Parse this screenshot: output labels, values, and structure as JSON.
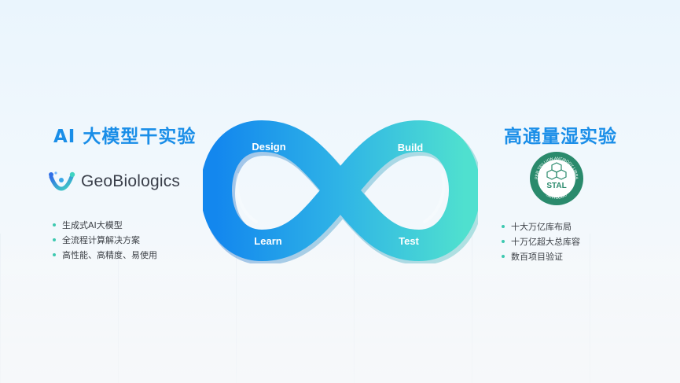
{
  "left_panel": {
    "title": "AI 大模型干实验",
    "logo_text": "GeoBiologics",
    "bullets": [
      "生成式AI大模型",
      "全流程计算解决方案",
      "高性能、高精度、易使用"
    ]
  },
  "right_panel": {
    "title": "高通量湿实验",
    "stal_logo": {
      "center_text": "STAL",
      "ring_top_text": "SUPER TRILLION ANTIBODY LIBRARY",
      "ring_bottom_text": "SANYOUBIO"
    },
    "bullets": [
      "十大万亿库布局",
      "十万亿超大总库容",
      "数百项目验证"
    ]
  },
  "cycle": {
    "design": "Design",
    "build": "Build",
    "learn": "Learn",
    "test": "Test"
  },
  "colors": {
    "title_blue": "#1a8ee8",
    "loop_start": "#1387ee",
    "loop_end": "#4fe0cf",
    "bullet_dot": "#3ec9b0",
    "stal_green": "#2a8a6c"
  },
  "icons": [
    "geobiologics-logo-icon",
    "stal-logo-icon"
  ]
}
